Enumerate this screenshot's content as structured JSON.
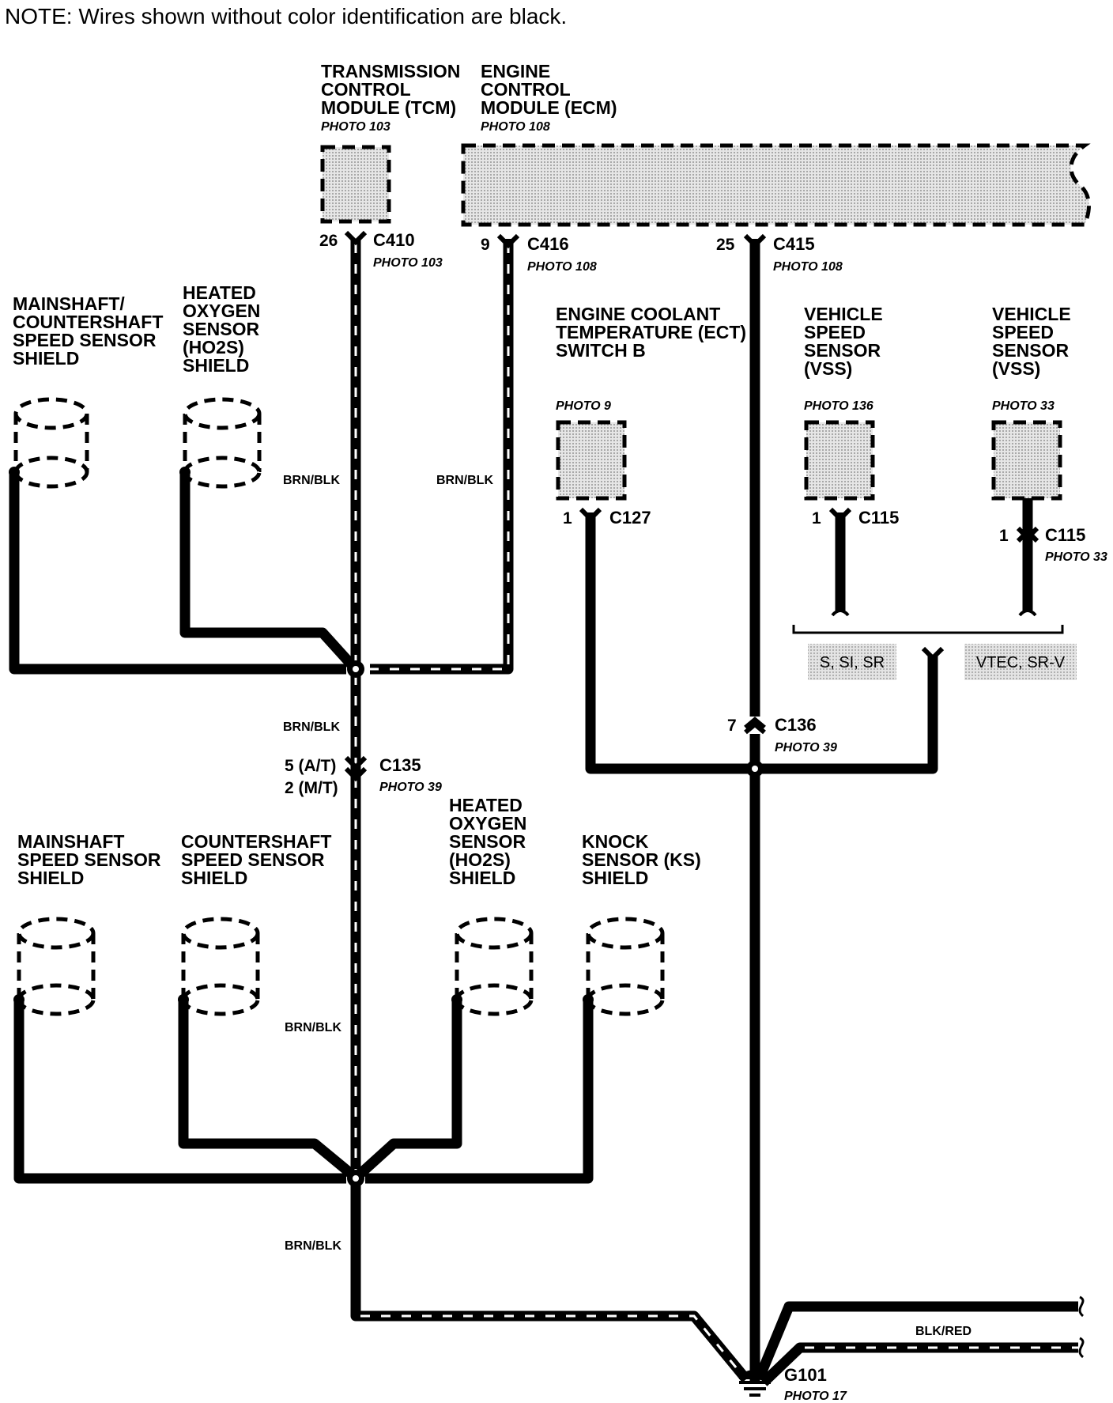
{
  "note": "NOTE: Wires shown without color identification are black.",
  "components": {
    "tcm": {
      "lines": [
        "TRANSMISSION",
        "CONTROL",
        "MODULE (TCM)"
      ],
      "photo": "PHOTO 103"
    },
    "ecm": {
      "lines": [
        "ENGINE",
        "CONTROL",
        "MODULE (ECM)"
      ],
      "photo": "PHOTO 108"
    },
    "mainshaft_countershaft_shield": {
      "lines": [
        "MAINSHAFT/",
        "COUNTERSHAFT",
        "SPEED SENSOR",
        "SHIELD"
      ]
    },
    "ho2s_shield_top": {
      "lines": [
        "HEATED",
        "OXYGEN",
        "SENSOR",
        "(HO2S)",
        "SHIELD"
      ]
    },
    "ect_switch": {
      "lines": [
        "ENGINE COOLANT",
        "TEMPERATURE (ECT)",
        "SWITCH B"
      ],
      "photo": "PHOTO 9"
    },
    "vss_1": {
      "lines": [
        "VEHICLE",
        "SPEED",
        "SENSOR",
        "(VSS)"
      ],
      "photo": "PHOTO 136"
    },
    "vss_2": {
      "lines": [
        "VEHICLE",
        "SPEED",
        "SENSOR",
        "(VSS)"
      ],
      "photo": "PHOTO 33"
    },
    "mainshaft_shield": {
      "lines": [
        "MAINSHAFT",
        "SPEED SENSOR",
        "SHIELD"
      ]
    },
    "countershaft_shield": {
      "lines": [
        "COUNTERSHAFT",
        "SPEED SENSOR",
        "SHIELD"
      ]
    },
    "ho2s_shield_bottom": {
      "lines": [
        "HEATED",
        "OXYGEN",
        "SENSOR",
        "(HO2S)",
        "SHIELD"
      ]
    },
    "knock_shield": {
      "lines": [
        "KNOCK",
        "SENSOR (KS)",
        "SHIELD"
      ]
    }
  },
  "connectors": {
    "c410": {
      "pin": "26",
      "name": "C410",
      "photo": "PHOTO 103"
    },
    "c416": {
      "pin": "9",
      "name": "C416",
      "photo": "PHOTO 108"
    },
    "c415": {
      "pin": "25",
      "name": "C415",
      "photo": "PHOTO 108"
    },
    "c127": {
      "pin": "1",
      "name": "C127"
    },
    "c115_a": {
      "pin": "1",
      "name": "C115"
    },
    "c115_b": {
      "pin": "1",
      "name": "C115",
      "photo": "PHOTO 33"
    },
    "c136": {
      "pin": "7",
      "name": "C136",
      "photo": "PHOTO 39"
    },
    "c135": {
      "pin_at": "5 (A/T)",
      "pin_mt": "2 (M/T)",
      "name": "C135",
      "photo": "PHOTO 39"
    }
  },
  "wire_labels": {
    "brn_blk_1": "BRN/BLK",
    "brn_blk_2": "BRN/BLK",
    "brn_blk_3": "BRN/BLK",
    "brn_blk_4": "BRN/BLK",
    "brn_blk_5": "BRN/BLK",
    "blk_red": "BLK/RED"
  },
  "variants": {
    "left": "S, SI, SR",
    "right": "VTEC, SR-V"
  },
  "ground": {
    "name": "G101",
    "photo": "PHOTO 17"
  },
  "colors": {
    "wire": "#000000",
    "stripe": "#ffffff",
    "module_fill": "#d9d9d9",
    "background": "#ffffff"
  }
}
